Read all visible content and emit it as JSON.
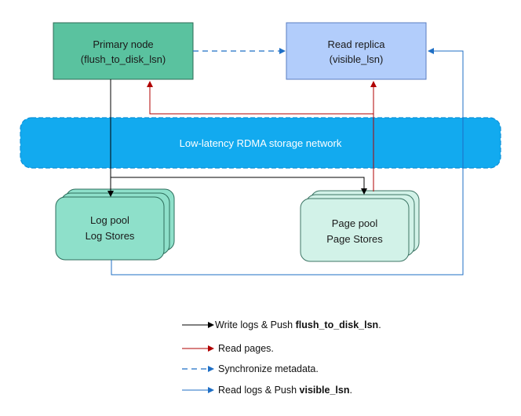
{
  "nodes": {
    "primary": {
      "line1": "Primary node",
      "line2": "(flush_to_disk_lsn)",
      "fill": "#5ac29f"
    },
    "replica": {
      "line1": "Read replica",
      "line2": "(visible_lsn)",
      "fill": "#b2cdfb"
    },
    "network": {
      "label": "Low-latency RDMA storage network",
      "fill": "#12aaef"
    },
    "log_pool": {
      "line1": "Log pool",
      "line2": "Log Stores",
      "fill": "#8ee0ca"
    },
    "page_pool": {
      "line1": "Page pool",
      "line2": "Page Stores",
      "fill": "#d2f2e8"
    }
  },
  "legend": [
    {
      "type": "write",
      "color": "#000000",
      "style": "solid",
      "text": "Write logs & Push ",
      "bold": "flush_to_disk_lsn",
      "suffix": "."
    },
    {
      "type": "read-pages",
      "color": "#b00000",
      "style": "solid",
      "text": "Read pages.",
      "bold": "",
      "suffix": ""
    },
    {
      "type": "sync",
      "color": "#1f6fc5",
      "style": "dashed",
      "text": "Synchronize metadata.",
      "bold": "",
      "suffix": ""
    },
    {
      "type": "read-logs",
      "color": "#1f6fc5",
      "style": "solid",
      "text": "Read logs & Push ",
      "bold": "visible_lsn",
      "suffix": "."
    }
  ]
}
